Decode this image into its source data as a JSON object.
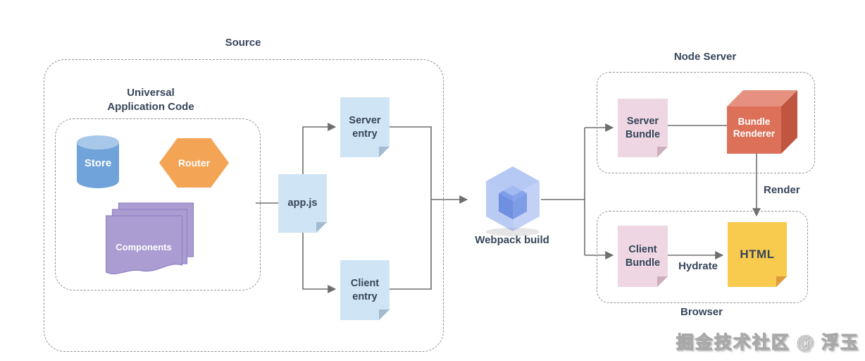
{
  "groups": {
    "source": {
      "label": "Source"
    },
    "universal_application_code": {
      "label": "Universal Application Code"
    },
    "node_server": {
      "label": "Node Server"
    },
    "browser": {
      "label": "Browser"
    }
  },
  "nodes": {
    "store": {
      "label": "Store",
      "shape": "cylinder",
      "color": "#6FA3D9"
    },
    "router": {
      "label": "Router",
      "shape": "hexagon",
      "color": "#F3A455"
    },
    "components": {
      "label": "Components",
      "shape": "stacked-pages",
      "color": "#AB9DD2"
    },
    "app_js": {
      "label": "app.js",
      "shape": "note",
      "color": "#CFE4F5"
    },
    "server_entry": {
      "label": "Server entry",
      "shape": "note",
      "color": "#CFE4F5"
    },
    "client_entry": {
      "label": "Client entry",
      "shape": "note",
      "color": "#CFE4F5"
    },
    "webpack_build": {
      "label": "Webpack build",
      "shape": "cube",
      "color": "#84A3E6"
    },
    "server_bundle": {
      "label": "Server Bundle",
      "shape": "note",
      "color": "#EED7E2"
    },
    "bundle_renderer": {
      "label": "Bundle Renderer",
      "shape": "cube",
      "color": "#DC7058"
    },
    "client_bundle": {
      "label": "Client Bundle",
      "shape": "note",
      "color": "#EED7E2"
    },
    "html": {
      "label": "HTML",
      "shape": "note",
      "color": "#F8CB4E"
    }
  },
  "edge_labels": {
    "render": "Render",
    "hydrate": "Hydrate"
  },
  "watermark": "掘金技术社区 @ 浮玉",
  "colors": {
    "background": "#FFFFFF",
    "text": "#36455A",
    "line": "#6E6E6E",
    "dashed_border": "#929292",
    "note_blue": "#CFE4F5",
    "note_pink": "#EED7E2",
    "note_yellow": "#F8CB4E",
    "cylinder_blue": "#6FA3D9",
    "hexagon_orange": "#F3A455",
    "pages_purple": "#AB9DD2",
    "webpack_blue": "#84A3E6",
    "renderer_red": "#DC7058"
  }
}
